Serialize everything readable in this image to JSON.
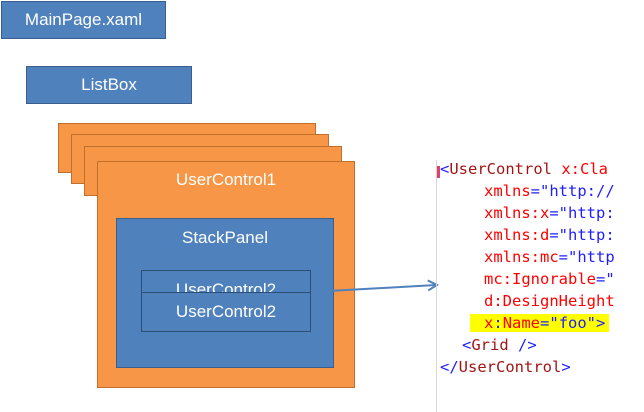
{
  "boxes": {
    "main_page": "MainPage.xaml",
    "list_box": "ListBox",
    "user_control1": "UserControl1",
    "stack_panel": "StackPanel",
    "user_control2_a": "UserControl2",
    "user_control2_b": "UserControl2"
  },
  "colors": {
    "blue_fill": "#4f81bd",
    "orange_fill": "#f79646",
    "code_bracket": "#1e1eff",
    "code_tag": "#a31515",
    "code_attr": "#ff0000",
    "highlight": "#ffff00"
  },
  "code": {
    "line1": {
      "open": "<",
      "tag": "UserControl",
      "sp": " ",
      "attr": "x:Cla"
    },
    "line2": {
      "attr": "xmlns",
      "eq": "=",
      "val": "\"http://"
    },
    "line3": {
      "attr": "xmlns:x",
      "eq": "=",
      "val": "\"http:"
    },
    "line4": {
      "attr": "xmlns:d",
      "eq": "=",
      "val": "\"http:"
    },
    "line5": {
      "attr": "xmlns:mc",
      "eq": "=",
      "val": "\"http"
    },
    "line6": {
      "attr": "mc:Ignorable",
      "eq": "=",
      "val": "\""
    },
    "line7": {
      "attr": "d:DesignHeight"
    },
    "line8": {
      "attr_ns": "x",
      "colon": ":",
      "attr": "Name",
      "eq": "=",
      "val": "\"foo\"",
      "close": ">"
    },
    "line9": {
      "open": "<",
      "tag": "Grid",
      "close": " />"
    },
    "line10": {
      "open": "</",
      "tag": "UserControl",
      "close": ">"
    }
  }
}
